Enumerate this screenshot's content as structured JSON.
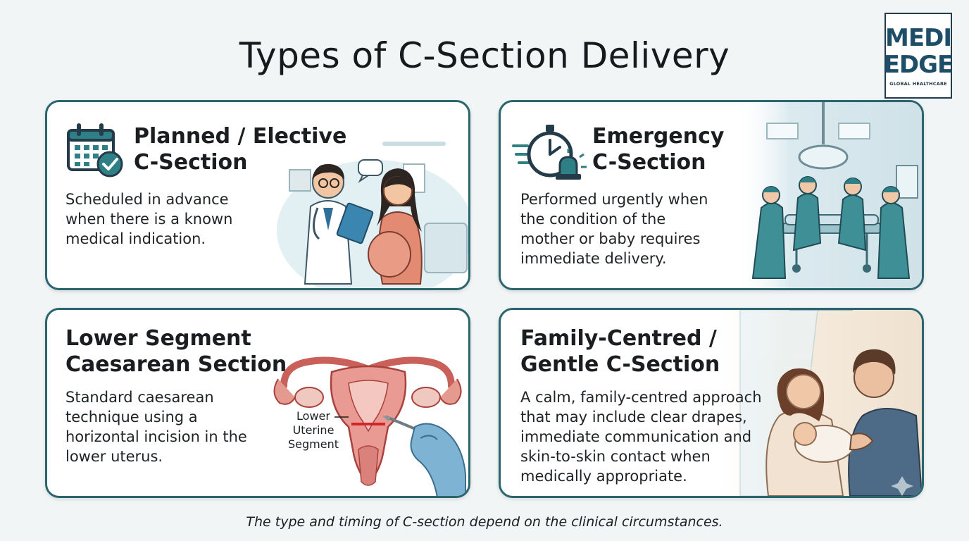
{
  "title": "Types of C-Section Delivery",
  "logo": {
    "line1": "MEDI",
    "line2": "EDGE",
    "line3": "GLOBAL HEALTHCARE"
  },
  "cards": [
    {
      "title_lines": [
        "Planned / Elective",
        "C-Section"
      ],
      "description_lines": [
        "Scheduled in advance",
        "when there is a known",
        "medical indication."
      ],
      "icon": "calendar-check-icon"
    },
    {
      "title_lines": [
        "Emergency",
        "C-Section"
      ],
      "description_lines": [
        "Performed urgently when",
        "the condition of the",
        "mother or baby requires",
        "immediate delivery."
      ],
      "icon": "stopwatch-alarm-icon"
    },
    {
      "title_lines": [
        "Lower Segment",
        "Caesarean Section"
      ],
      "description_lines": [
        "Standard caesarean",
        "technique using a",
        "horizontal incision in the",
        "lower uterus."
      ],
      "annotation_lines": [
        "Lower",
        "Uterine",
        "Segment"
      ]
    },
    {
      "title_lines": [
        "Family-Centred /",
        "Gentle C-Section"
      ],
      "description_lines": [
        "A calm, family-centred approach",
        "that may include clear drapes,",
        "immediate communication and",
        "skin-to-skin contact when",
        "medically appropriate."
      ]
    }
  ],
  "footnote": "The type and timing of C-section depend on the clinical circumstances.",
  "colors": {
    "card_border": "#2b6670",
    "accent_teal": "#2f7f86",
    "background": "#f2f5f6",
    "incision_red": "#d4252b"
  }
}
